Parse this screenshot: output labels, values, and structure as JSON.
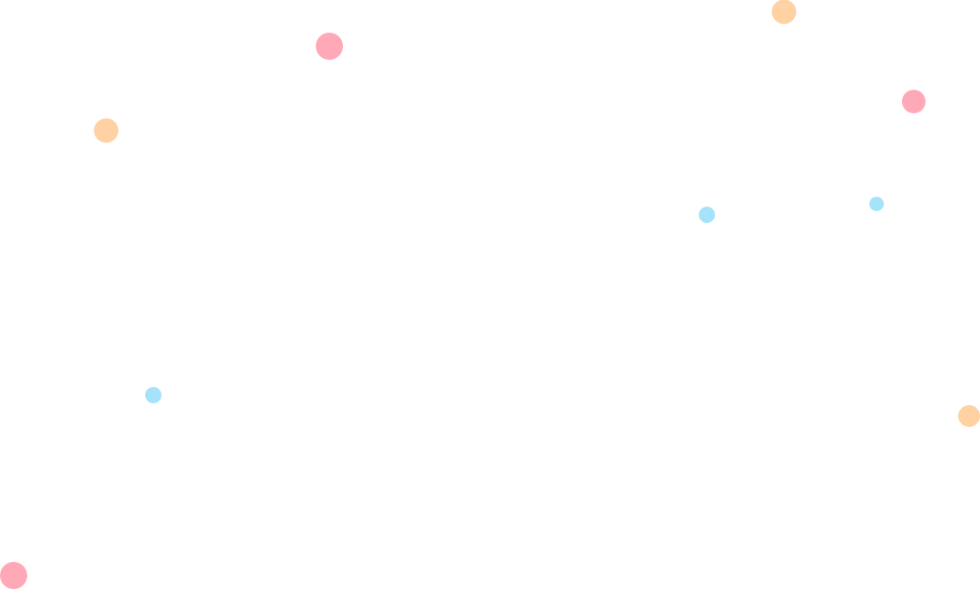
{
  "colors": {
    "background": "#ffffff",
    "peach": "#ffd1a3",
    "pink": "#ffa9b8",
    "blue": "#a6e3fa"
  },
  "dots": [
    {
      "shape": "peach-dot-icon",
      "color": "peach"
    },
    {
      "shape": "pink-dot-icon",
      "color": "pink"
    },
    {
      "shape": "pink-dot-icon",
      "color": "pink"
    },
    {
      "shape": "peach-dot-icon",
      "color": "peach"
    },
    {
      "shape": "blue-dot-icon",
      "color": "blue"
    },
    {
      "shape": "blue-dot-icon",
      "color": "blue"
    },
    {
      "shape": "blue-dot-icon",
      "color": "blue"
    },
    {
      "shape": "peach-dot-icon",
      "color": "peach"
    },
    {
      "shape": "pink-dot-icon",
      "color": "pink"
    }
  ]
}
